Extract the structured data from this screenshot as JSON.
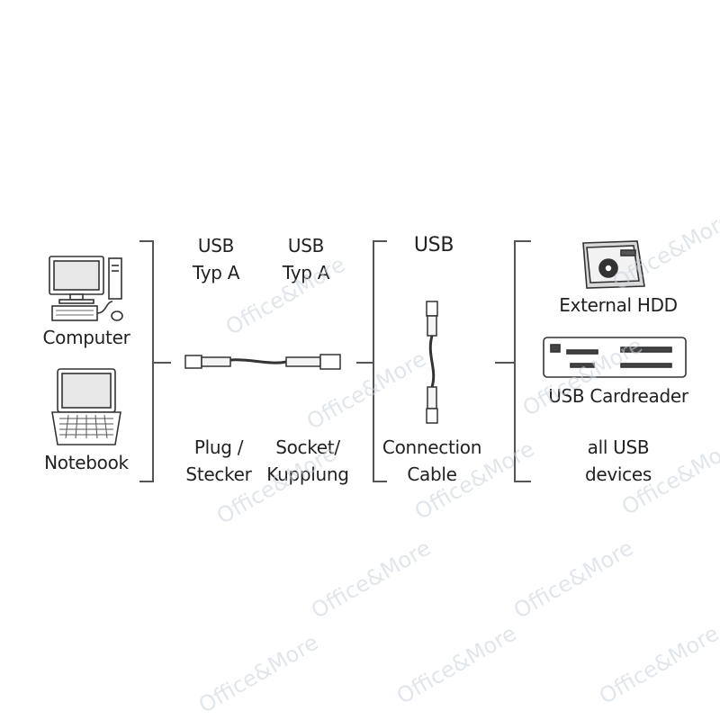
{
  "labels": {
    "computer": "Computer",
    "notebook": "Notebook",
    "usb_typ_a_1": [
      "USB",
      "Typ A"
    ],
    "usb_typ_a_2": [
      "USB",
      "Typ A"
    ],
    "usb": "USB",
    "plug": [
      "Plug /",
      "Stecker"
    ],
    "socket": [
      "Socket/",
      "Kupplung"
    ],
    "connection": [
      "Connection",
      "Cable"
    ],
    "external_hdd": "External HDD",
    "card_reader": "USB Cardreader",
    "all_usb": [
      "all USB",
      "devices"
    ]
  },
  "watermark": "Office&More",
  "icons": [
    "desktop-computer-icon",
    "notebook-icon",
    "usb-cable-horizontal-icon",
    "usb-cable-vertical-icon",
    "external-hdd-icon",
    "card-reader-icon"
  ],
  "colors": {
    "line": "#555555",
    "text": "#222222",
    "watermark": "#c9d3dc"
  }
}
